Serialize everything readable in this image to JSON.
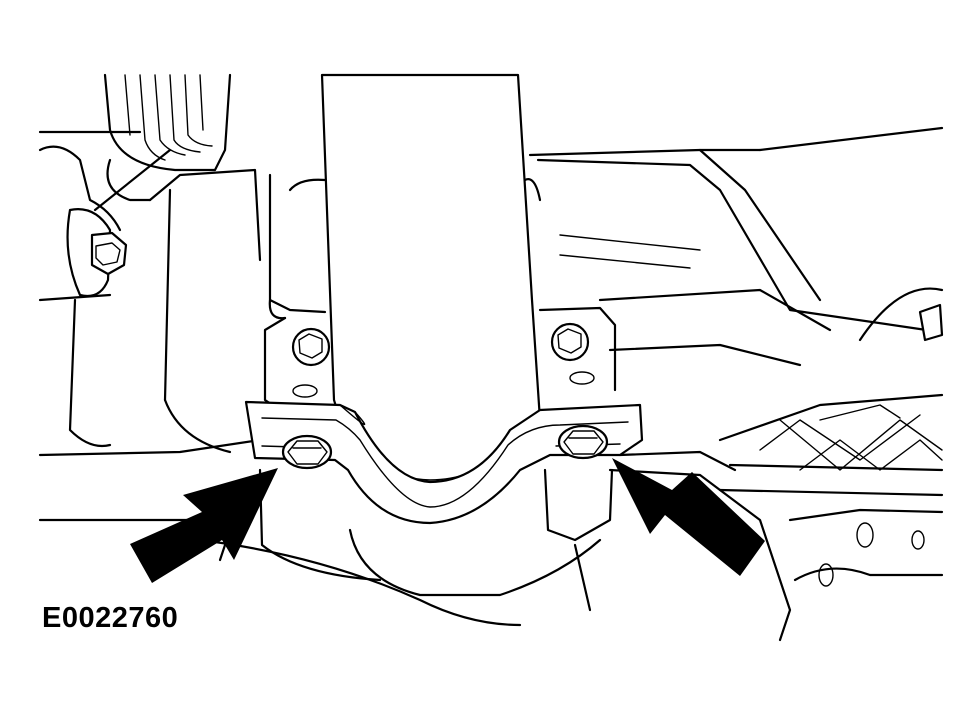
{
  "figure": {
    "id_label": "E0022760",
    "colors": {
      "line": "#000000",
      "background": "#ffffff"
    },
    "parts": [
      "exhaust-pipe",
      "exhaust-hanger-bracket",
      "mounting-bolt",
      "indicator-arrow"
    ]
  }
}
